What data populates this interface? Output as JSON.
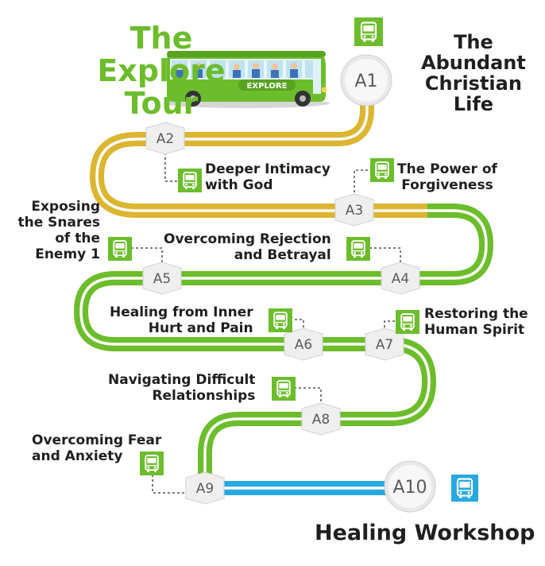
{
  "title": {
    "line1": "The",
    "line2": "Explore",
    "line3": "Tour"
  },
  "bus": {
    "side_text": "EXPLORE"
  },
  "colors": {
    "green": "#6cbd2c",
    "gold": "#dcb531",
    "blue": "#27a8e0",
    "icon_green": "#6cbd2c",
    "icon_blue": "#27a8e0"
  },
  "stops": [
    {
      "code": "A1",
      "title_lines": [
        "The",
        "Abundant",
        "Christian",
        "Life"
      ]
    },
    {
      "code": "A2",
      "title_lines": [
        "Deeper Intimacy",
        "with God"
      ]
    },
    {
      "code": "A3",
      "title_lines": [
        "The Power of",
        "Forgiveness"
      ]
    },
    {
      "code": "A4",
      "title_lines": [
        "Overcoming Rejection",
        "and Betrayal"
      ]
    },
    {
      "code": "A5",
      "title_lines": [
        "Exposing",
        "the Snares",
        "of the",
        "Enemy 1"
      ]
    },
    {
      "code": "A6",
      "title_lines": [
        "Healing from Inner",
        "Hurt and Pain"
      ]
    },
    {
      "code": "A7",
      "title_lines": [
        "Restoring the",
        "Human Spirit"
      ]
    },
    {
      "code": "A8",
      "title_lines": [
        "Navigating Difficult",
        "Relationships"
      ]
    },
    {
      "code": "A9",
      "title_lines": [
        "Overcoming Fear",
        "and Anxiety"
      ]
    },
    {
      "code": "A10",
      "title_lines": [
        "Healing Workshop"
      ]
    }
  ]
}
